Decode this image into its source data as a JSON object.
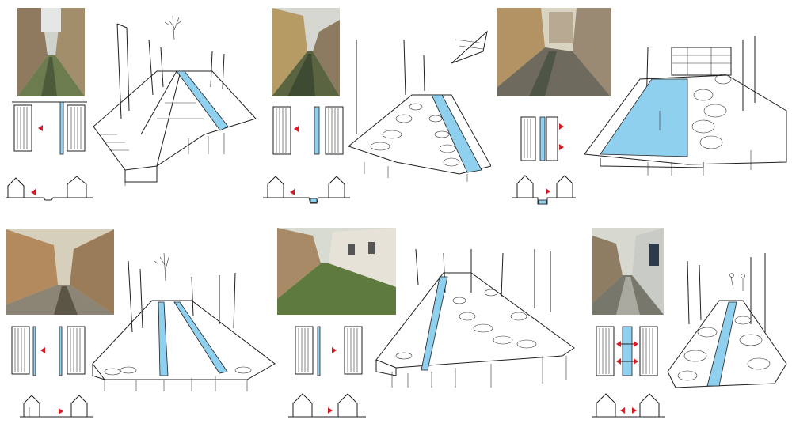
{
  "colors": {
    "water": "#8fd0ee",
    "ink": "#1f1f1f",
    "arrow": "#d21f26",
    "paper": "#ffffff"
  },
  "panels": [
    {
      "id": "p1",
      "photo": "alley-photo-mossy-drain",
      "arrow_direction": "left"
    },
    {
      "id": "p2",
      "photo": "alley-photo-stone-drain",
      "arrow_direction": "left"
    },
    {
      "id": "p3",
      "photo": "alley-photo-earth-walls",
      "arrow_direction": "right"
    },
    {
      "id": "p4",
      "photo": "alley-photo-mud-walls",
      "arrow_direction": "left"
    },
    {
      "id": "p5",
      "photo": "alley-photo-overgrown-path",
      "arrow_direction": "right"
    },
    {
      "id": "p6",
      "photo": "alley-photo-paved-lane",
      "arrow_direction": "both"
    }
  ]
}
